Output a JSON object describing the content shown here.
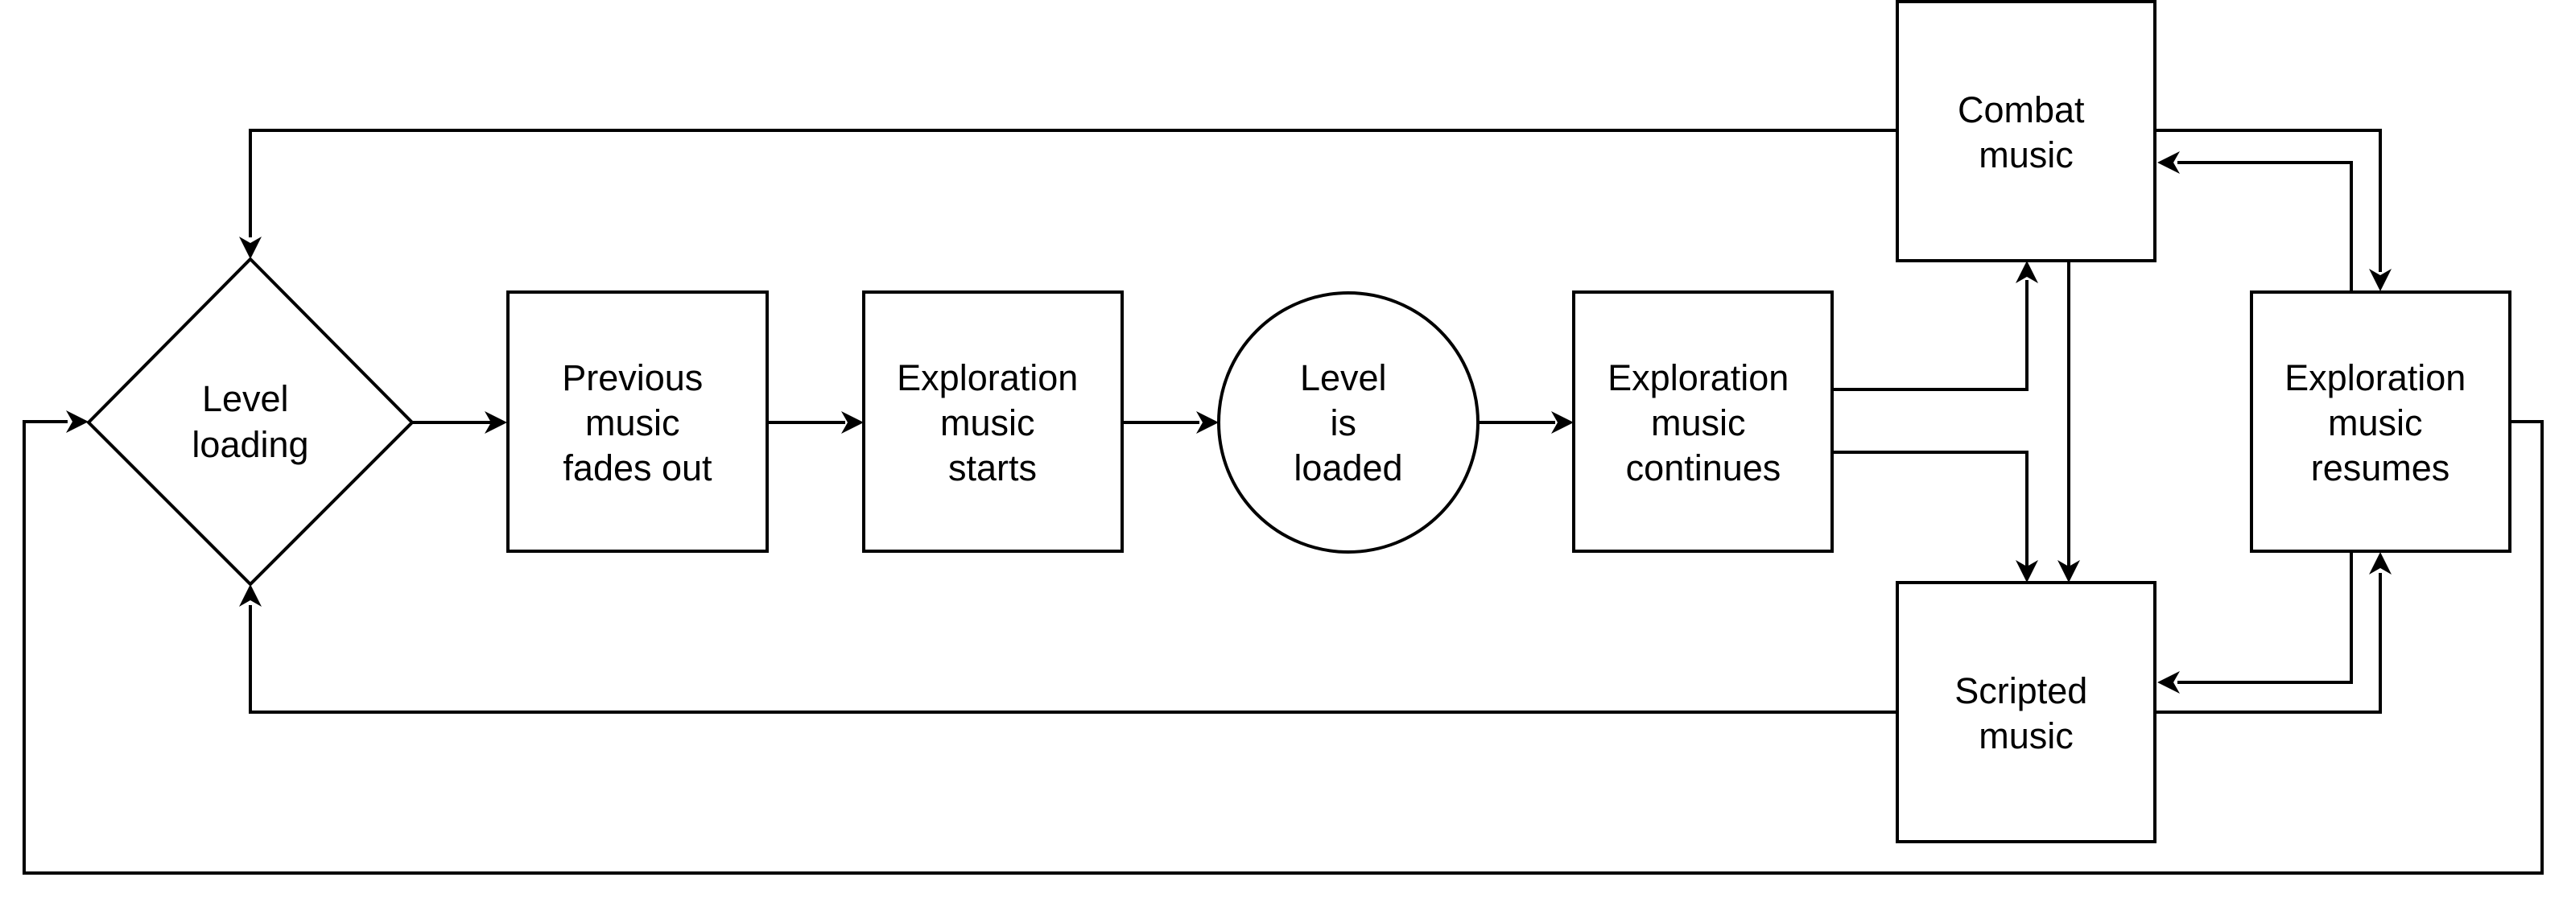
{
  "nodes": [
    {
      "id": "level-loading",
      "shape": "diamond",
      "lines": [
        "Level",
        "loading"
      ]
    },
    {
      "id": "previous-music-fades-out",
      "shape": "rect",
      "lines": [
        "Previous",
        "music",
        "fades out"
      ]
    },
    {
      "id": "exploration-music-starts",
      "shape": "rect",
      "lines": [
        "Exploration",
        "music",
        "starts"
      ]
    },
    {
      "id": "level-is-loaded",
      "shape": "circle",
      "lines": [
        "Level",
        "is",
        "loaded"
      ]
    },
    {
      "id": "exploration-music-continues",
      "shape": "rect",
      "lines": [
        "Exploration",
        "music",
        "continues"
      ]
    },
    {
      "id": "combat-music",
      "shape": "rect",
      "lines": [
        "Combat",
        "music"
      ]
    },
    {
      "id": "scripted-music",
      "shape": "rect",
      "lines": [
        "Scripted",
        "music"
      ]
    },
    {
      "id": "exploration-music-resumes",
      "shape": "rect",
      "lines": [
        "Exploration",
        "music",
        "resumes"
      ]
    }
  ],
  "edges": [
    {
      "from": "level-loading",
      "to": "previous-music-fades-out"
    },
    {
      "from": "previous-music-fades-out",
      "to": "exploration-music-starts"
    },
    {
      "from": "exploration-music-starts",
      "to": "level-is-loaded"
    },
    {
      "from": "level-is-loaded",
      "to": "exploration-music-continues"
    },
    {
      "from": "exploration-music-continues",
      "to": "combat-music"
    },
    {
      "from": "exploration-music-continues",
      "to": "scripted-music"
    },
    {
      "from": "combat-music",
      "to": "scripted-music"
    },
    {
      "from": "combat-music",
      "to": "level-loading"
    },
    {
      "from": "combat-music",
      "to": "exploration-music-resumes"
    },
    {
      "from": "exploration-music-resumes",
      "to": "combat-music"
    },
    {
      "from": "scripted-music",
      "to": "level-loading"
    },
    {
      "from": "scripted-music",
      "to": "exploration-music-resumes"
    },
    {
      "from": "exploration-music-resumes",
      "to": "scripted-music"
    },
    {
      "from": "exploration-music-resumes",
      "to": "level-loading"
    }
  ]
}
